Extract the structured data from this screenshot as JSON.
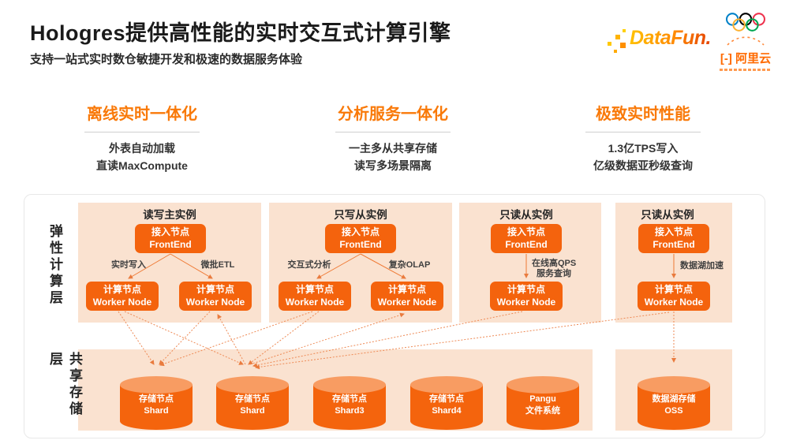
{
  "header": {
    "title": "Hologres提供高性能的实时交互式计算引擎",
    "subtitle": "支持一站式实时数仓敏捷开发和极速的数据服务体验"
  },
  "logos": {
    "datafun_text": "DataFun.",
    "alicloud_mark": "[-]",
    "alicloud_name": "阿里云"
  },
  "features": [
    {
      "title": "离线实时一体化",
      "lines": [
        "外表自动加载",
        "直读MaxCompute"
      ]
    },
    {
      "title": "分析服务一体化",
      "lines": [
        "一主多从共享存储",
        "读写多场景隔离"
      ]
    },
    {
      "title": "极致实时性能",
      "lines": [
        "1.3亿TPS写入",
        "亿级数据亚秒级查询"
      ]
    }
  ],
  "diagram": {
    "compute_layer_label": "弹性计算层",
    "storage_layer_label": "共享存储层",
    "instances": [
      {
        "title": "读写主实例",
        "frontend": {
          "line1": "接入节点",
          "line2": "FrontEnd"
        },
        "workers": [
          {
            "line1": "计算节点",
            "line2": "Worker Node"
          },
          {
            "line1": "计算节点",
            "line2": "Worker Node"
          }
        ],
        "edge_labels": [
          "实时写入",
          "微批ETL"
        ]
      },
      {
        "title": "只写从实例",
        "frontend": {
          "line1": "接入节点",
          "line2": "FrontEnd"
        },
        "workers": [
          {
            "line1": "计算节点",
            "line2": "Worker Node"
          },
          {
            "line1": "计算节点",
            "line2": "Worker Node"
          }
        ],
        "edge_labels": [
          "交互式分析",
          "复杂OLAP"
        ]
      },
      {
        "title": "只读从实例",
        "frontend": {
          "line1": "接入节点",
          "line2": "FrontEnd"
        },
        "workers": [
          {
            "line1": "计算节点",
            "line2": "Worker Node"
          }
        ],
        "edge_labels": [
          "在线高QPS",
          "服务查询"
        ]
      },
      {
        "title": "只读从实例",
        "frontend": {
          "line1": "接入节点",
          "line2": "FrontEnd"
        },
        "workers": [
          {
            "line1": "计算节点",
            "line2": "Worker Node"
          }
        ],
        "edge_labels": [
          "数据湖加速"
        ]
      }
    ],
    "storage_nodes": [
      {
        "line1": "存储节点",
        "line2": "Shard"
      },
      {
        "line1": "存储节点",
        "line2": "Shard"
      },
      {
        "line1": "存储节点",
        "line2": "Shard3"
      },
      {
        "line1": "存储节点",
        "line2": "Shard4"
      },
      {
        "line1": "Pangu",
        "line2": "文件系统"
      },
      {
        "line1": "数据湖存储",
        "line2": "OSS"
      }
    ]
  },
  "colors": {
    "accent_orange": "#F4630D",
    "panel_peach": "#FAE2D0",
    "heading_orange": "#F97908",
    "cylinder_top": "#F89C62",
    "alicloud_orange": "#FF6A00"
  }
}
